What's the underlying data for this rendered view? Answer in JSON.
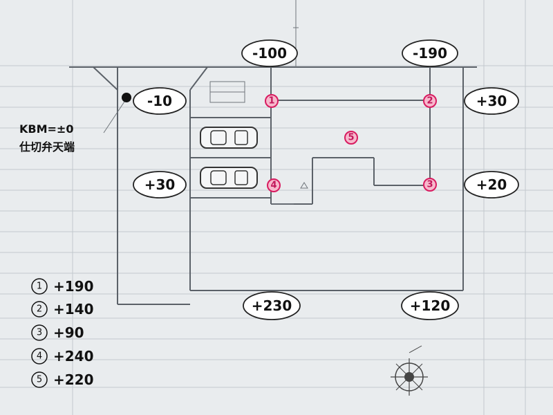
{
  "benchmark": {
    "line1": "KBM=±0",
    "line2": "仕切弁天端"
  },
  "level_labels": [
    {
      "id": "top-left",
      "text": "-100"
    },
    {
      "id": "top-right",
      "text": "-190"
    },
    {
      "id": "upper-left",
      "text": "-10"
    },
    {
      "id": "upper-right",
      "text": "+30"
    },
    {
      "id": "middle-left",
      "text": "+30"
    },
    {
      "id": "middle-right",
      "text": "+20"
    },
    {
      "id": "bottom-left",
      "text": "+230"
    },
    {
      "id": "bottom-right",
      "text": "+120"
    }
  ],
  "points": [
    {
      "num": "1",
      "symbol": "①",
      "value": "+190"
    },
    {
      "num": "2",
      "symbol": "②",
      "value": "+140"
    },
    {
      "num": "3",
      "symbol": "③",
      "value": "+90"
    },
    {
      "num": "4",
      "symbol": "④",
      "value": "+240"
    },
    {
      "num": "5",
      "symbol": "⑤",
      "value": "+220"
    }
  ],
  "colors": {
    "point_fill": "#f7b8cc",
    "point_stroke": "#d81b60",
    "label_border": "#222222",
    "paper": "#e9ecee"
  },
  "icons": {
    "benchmark_marker": "filled-dot-icon",
    "compass": "compass-rose-icon"
  }
}
